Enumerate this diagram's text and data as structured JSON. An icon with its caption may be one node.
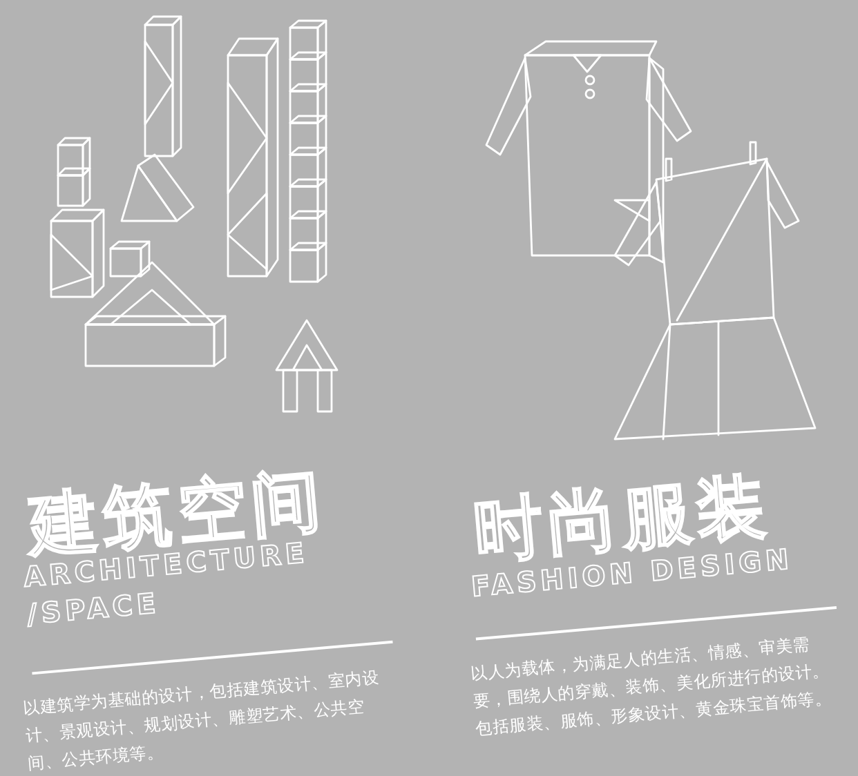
{
  "diagram": {
    "labels": [
      "建筑空间",
      "ARCHITECTURE /SPACE",
      "以建筑学为基础的设计，包括建筑设计、室内设计、景观设计、规划设计、雕塑艺术、公共空间、公共环境等。",
      "时尚服装",
      "FASHION DESIGN",
      "以人为载体，为满足人的生活、情感、审美需要，围绕人的穿戴、装饰、美化所进行的设计。包括服装、服饰、形象设计、黄金珠宝首饰等。"
    ]
  }
}
